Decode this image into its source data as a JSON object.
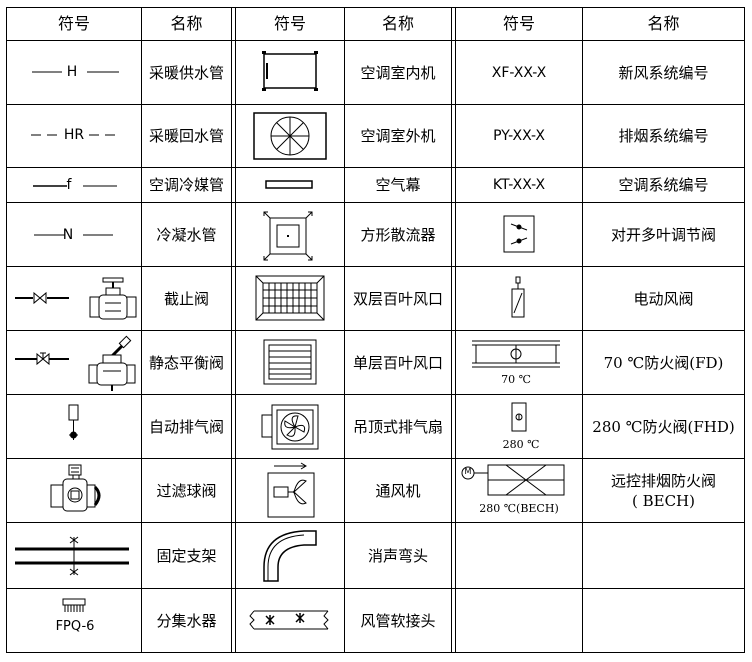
{
  "headers": {
    "symbol": "符号",
    "name": "名称"
  },
  "col1": [
    {
      "symbol_text": "H",
      "name": "采暖供水管"
    },
    {
      "symbol_text": "HR",
      "name": "采暖回水管"
    },
    {
      "symbol_text": "f",
      "name": "空调冷媒管"
    },
    {
      "symbol_text": "N",
      "name": "冷凝水管"
    },
    {
      "name": "截止阀"
    },
    {
      "name": "静态平衡阀"
    },
    {
      "name": "自动排气阀"
    },
    {
      "name": "过滤球阀"
    },
    {
      "name": "固定支架"
    },
    {
      "symbol_text": "FPQ-6",
      "name": "分集水器"
    }
  ],
  "col2": [
    {
      "name": "空调室内机"
    },
    {
      "name": "空调室外机"
    },
    {
      "name": "空气幕"
    },
    {
      "name": "方形散流器"
    },
    {
      "name": "双层百叶风口"
    },
    {
      "name": "单层百叶风口"
    },
    {
      "name": "吊顶式排气扇"
    },
    {
      "name": "通风机"
    },
    {
      "name": "消声弯头"
    },
    {
      "name": "风管软接头"
    }
  ],
  "col3": [
    {
      "symbol_text": "XF-XX-X",
      "name": "新风系统编号"
    },
    {
      "symbol_text": "PY-XX-X",
      "name": "排烟系统编号"
    },
    {
      "symbol_text": "KT-XX-X",
      "name": "空调系统编号"
    },
    {
      "name": "对开多叶调节阀"
    },
    {
      "name": "电动风阀"
    },
    {
      "symbol_text": "70 ℃",
      "name": "70 ℃防火阀(FD)"
    },
    {
      "symbol_text": "280 ℃",
      "name": "280 ℃防火阀(FHD)"
    },
    {
      "symbol_text": "280 ℃(BECH)",
      "motor_text": "M",
      "name": "远控排烟防火阀",
      "name2": "( BECH)"
    }
  ]
}
